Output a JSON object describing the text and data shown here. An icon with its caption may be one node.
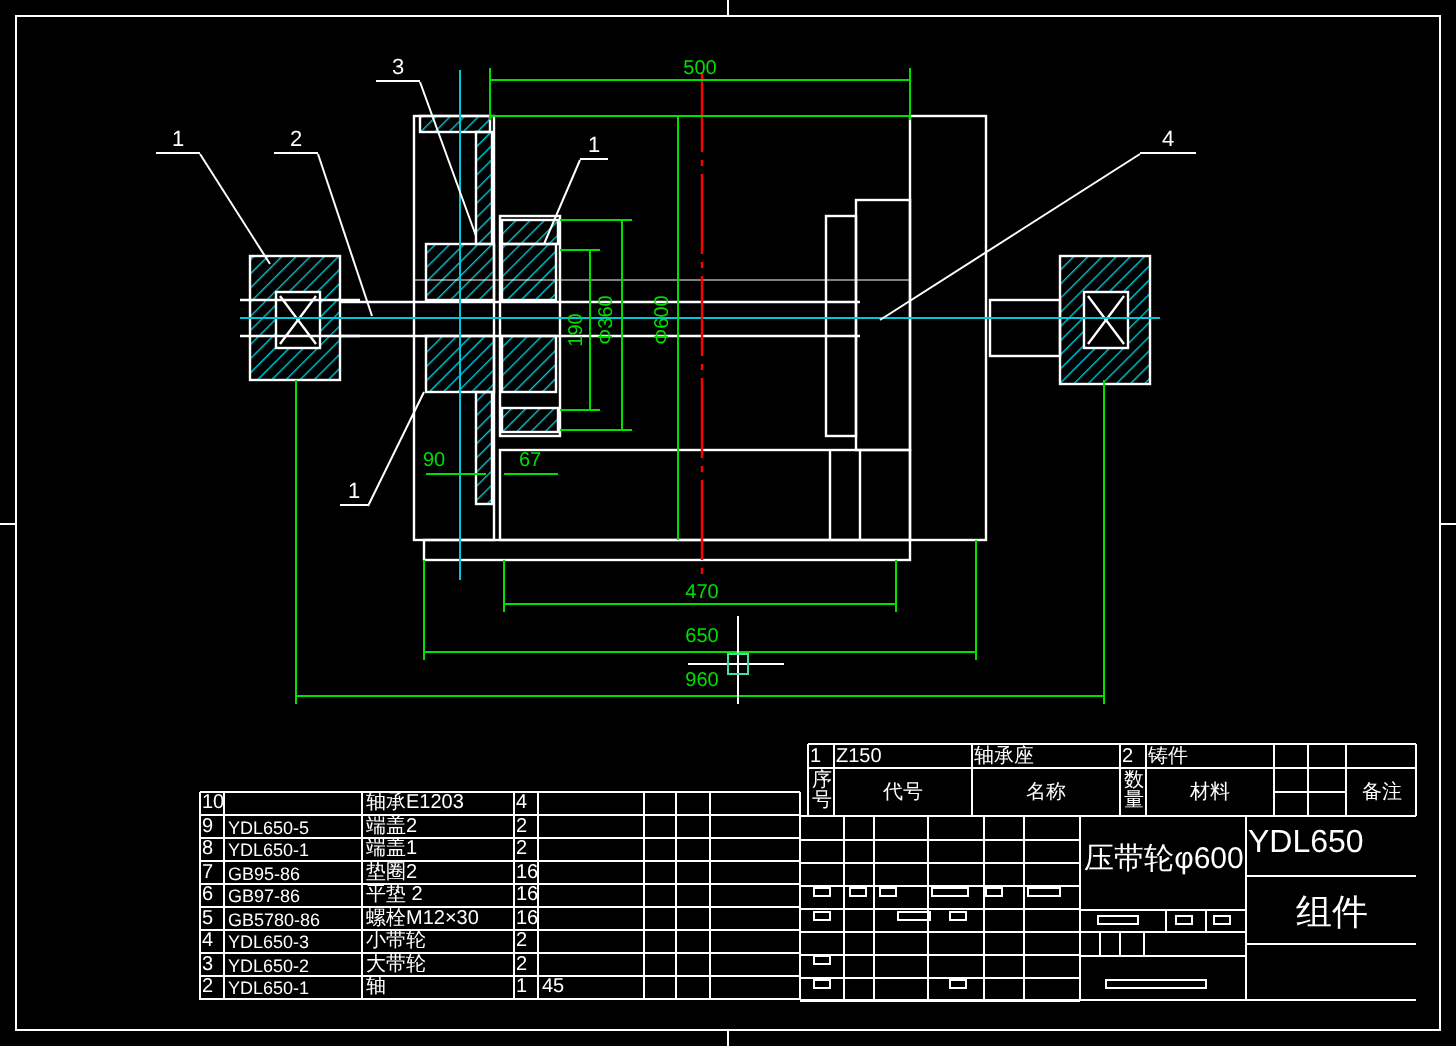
{
  "diagram": {
    "nodes": [
      {
        "text": [
          "1"
        ]
      },
      {
        "text": [
          "2"
        ]
      },
      {
        "text": [
          "3"
        ]
      },
      {
        "text": [
          "1"
        ]
      },
      {
        "text": [
          "4"
        ]
      },
      {
        "text": [
          "1"
        ]
      }
    ],
    "edges": [
      {
        "from": 0,
        "to": null,
        "arrow": "none"
      },
      {
        "from": 1,
        "to": null,
        "arrow": "none"
      },
      {
        "from": 2,
        "to": null,
        "arrow": "none"
      },
      {
        "from": 3,
        "to": null,
        "arrow": "none"
      },
      {
        "from": 4,
        "to": null,
        "arrow": "none"
      },
      {
        "from": 5,
        "to": null,
        "arrow": "none"
      }
    ],
    "labels": [
      "500",
      "190",
      "Φ360",
      "Φ600",
      "90",
      "67",
      "470",
      "650",
      "960",
      "10",
      "轴承E1203",
      "4",
      "9",
      "YDL650-5",
      "端盖2",
      "2",
      "8",
      "YDL650-1",
      "端盖1",
      "2",
      "7",
      "GB95-86",
      "垫圈2",
      "16",
      "6",
      "GB97-86",
      "平垫 2",
      "16",
      "5",
      "GB5780-86",
      "螺栓M12×30",
      "16",
      "4",
      "YDL650-3",
      "小带轮",
      "2",
      "3",
      "YDL650-2",
      "大带轮",
      "2",
      "2",
      "YDL650-1",
      "轴",
      "1",
      "45",
      "1",
      "Z150",
      "轴承座",
      "2",
      "铸件",
      "序号",
      "代号",
      "名称",
      "数量",
      "材料",
      "备注",
      "压带轮φ600",
      "YDL650",
      "组件"
    ]
  }
}
